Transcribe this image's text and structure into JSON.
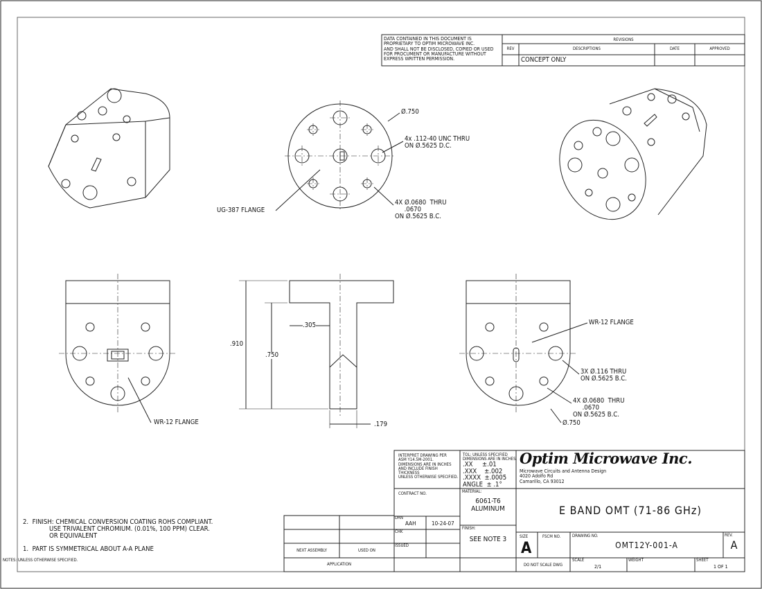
{
  "proprietary_notice": "DATA CONTAINED IN THIS DOCUMENT IS\nPROPRIETARY TO OPTIM MICROWAVE INC.\nAND SHALL NOT BE DISCLOSED, COPIED OR USED\nFOR PROCUMENT OR MANUFACTURE WITHOUT\nEXPRESS WRITTEN PERMISSION.",
  "revisions": {
    "title": "REVISIONS",
    "col_rev": "REV",
    "col_desc": "DESCRIPTIONS",
    "col_date": "DATE",
    "col_approved": "APPROVED",
    "rows": [
      {
        "rev": "",
        "description": "CONCEPT ONLY",
        "date": "",
        "approved": ""
      }
    ]
  },
  "callouts": {
    "dia_750_top": "Ø.750",
    "tapped_holes": "4x .112-40 UNC THRU\nON Ø.5625 D.C.",
    "thru_holes_top": "4X Ø.0680  THRU\n     .0670\nON Ø.5625 B.C.",
    "ug387": "UG-387 FLANGE",
    "wr12_left": "WR-12 FLANGE",
    "wr12_right": "WR-12 FLANGE",
    "three_holes": "3X Ø.116 THRU\nON Ø.5625 B.C.",
    "thru_holes_right": "4X Ø.0680  THRU\n     .0670\nON Ø.5625 B.C.",
    "dia_750_right": "Ø.750",
    "dim_910": ".910",
    "dim_750": ".750",
    "dim_305": ".305",
    "dim_179": ".179"
  },
  "notes": {
    "note2": "2.  FINISH: CHEMICAL CONVERSION COATING ROHS COMPLIANT.\n              USE TRIVALENT CHROMIUM. (0.01%, 100 PPM) CLEAR.\n              OR EQUIVALENT",
    "note1": "1.  PART IS SYMMETRICAL ABOUT A-A PLANE",
    "header": "NOTES: UNLESS OTHERWISE SPECIFIED."
  },
  "application": {
    "next_assembly": "NEXT ASSEMBLY",
    "used_on": "USED ON",
    "title": "APPLICATION"
  },
  "title_block": {
    "interpret": "INTERPRET DRAWING PER\nASM Y14.5M-2001.\nDIMENSIONS ARE IN INCHES\nAND INCLUDE FINISH\nTHICKNESS\nUNLESS OTHERWISE SPECIFIED.",
    "tol_header": "TOL: UNLESS SPECIFIED\nDIMENSIONS ARE IN INCHES.",
    "tolerances": ".XX     ±.01\n.XXX    ±.002\n.XXXX  ±.0005\nANGLE  ± .1°",
    "company": "Optim Microwave Inc.",
    "company_sub": "Microwave Circuits and Antenna Design\n4020 Adolfo Rd\nCamarillo, CA 93012",
    "contract_label": "CONTRACT NO.",
    "material_label": "MATERIAL:",
    "material": "6061-T6\nALUMINUM",
    "drn_label": "DRN",
    "drn": "AAH",
    "drn_date": "10-24-07",
    "chk_label": "CHK",
    "issued_label": "ISSUED",
    "finish_label": "FINISH:",
    "finish": "SEE NOTE 3",
    "title": "E BAND OMT (71-86 GHz)",
    "size_label": "SIZE",
    "size": "A",
    "fscm_label": "FSCM NO.",
    "dwg_label": "DRAWING NO.",
    "dwg_no": "OMT12Y-001-A",
    "rev_label": "REV.",
    "rev": "A",
    "no_scale": "DO NOT SCALE DWG",
    "scale_label": "SCALE",
    "scale": "2/1",
    "weight_label": "WEIGHT",
    "sheet_label": "SHEET",
    "sheet": "1 OF 1"
  }
}
